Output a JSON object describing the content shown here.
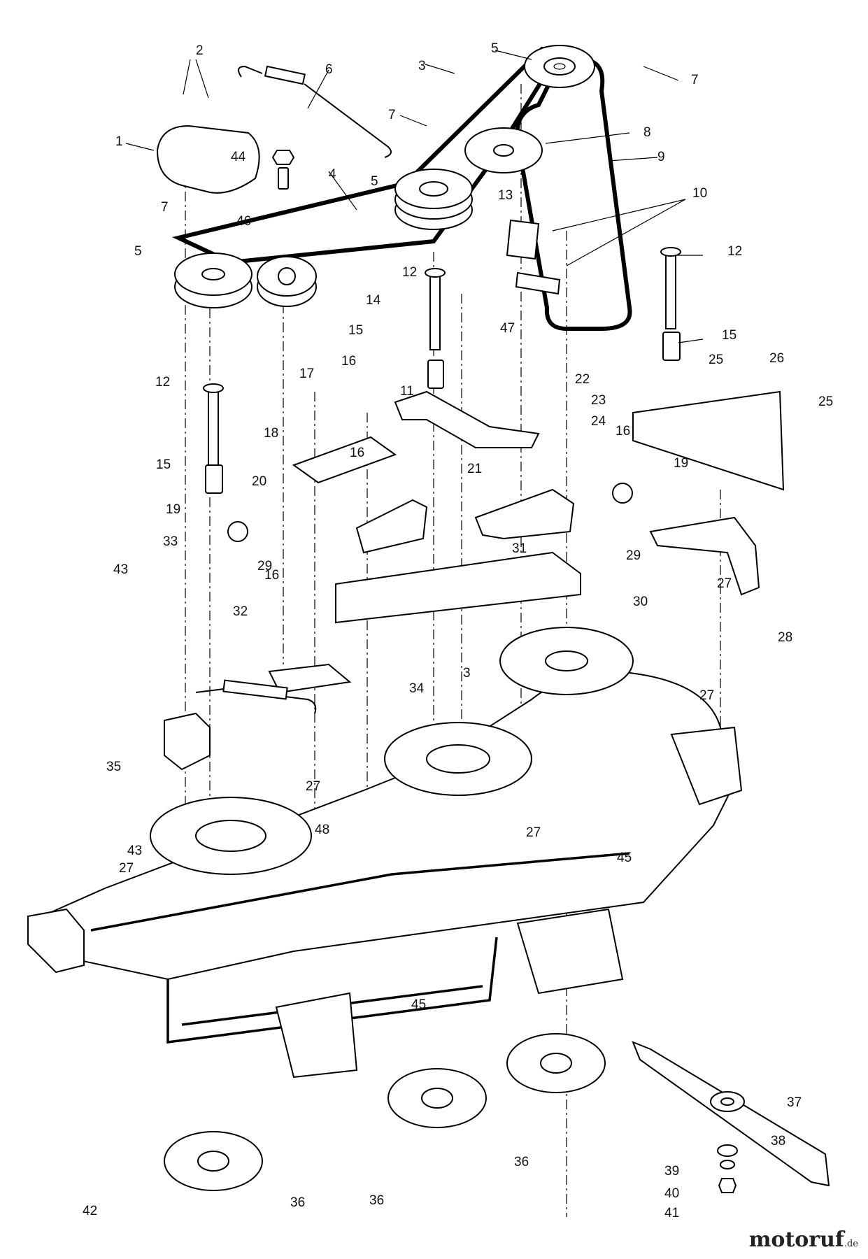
{
  "figure": {
    "callouts": [
      "1",
      "2",
      "3",
      "4",
      "5",
      "6",
      "7",
      "8",
      "9",
      "10",
      "11",
      "12",
      "13",
      "14",
      "15",
      "16",
      "17",
      "18",
      "19",
      "20",
      "21",
      "22",
      "23",
      "24",
      "25",
      "26",
      "27",
      "28",
      "29",
      "30",
      "31",
      "32",
      "33",
      "34",
      "35",
      "36",
      "37",
      "38",
      "39",
      "40",
      "41",
      "42",
      "43",
      "44",
      "45",
      "46",
      "47",
      "48"
    ],
    "watermark": {
      "brand": "motoruf",
      "suffix": ".de"
    },
    "colors": {
      "ink": "#000000",
      "background": "#ffffff",
      "accent": "#e66000"
    }
  }
}
